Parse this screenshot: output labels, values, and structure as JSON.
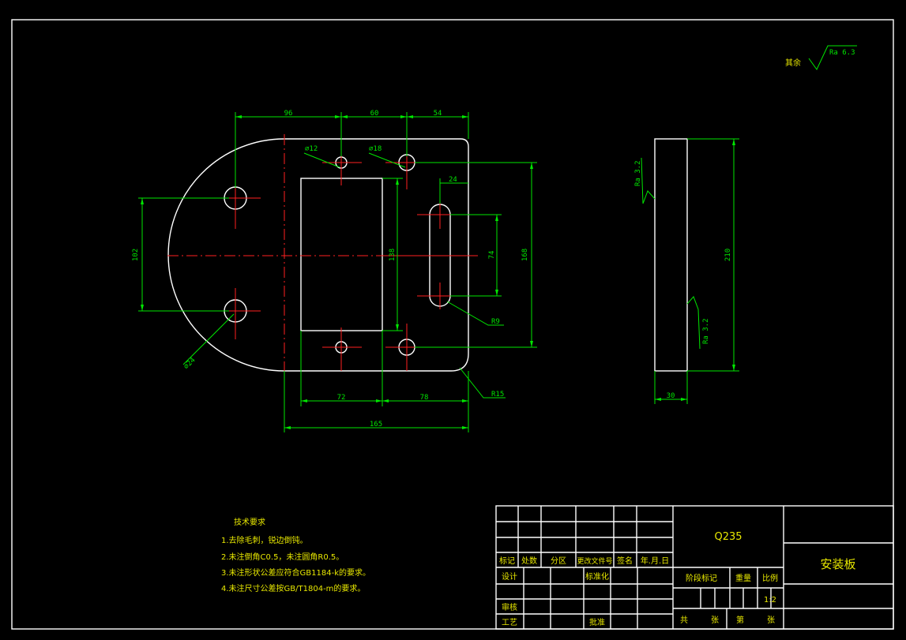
{
  "roughness": {
    "general_label": "其余",
    "general_value": "Ra 6.3",
    "side_top": "Ra 3.2",
    "side_bottom": "Ra 3.2"
  },
  "dimensions": {
    "d96": "96",
    "d60": "60",
    "d54": "54",
    "d24": "24",
    "d102": "102",
    "d138": "138",
    "d74": "74",
    "d168": "168",
    "d210": "210",
    "d30": "30",
    "d72": "72",
    "d78": "78",
    "d165": "165",
    "phi12": "⌀12",
    "phi18": "⌀18",
    "phi24": "⌀24",
    "r9": "R9",
    "r15": "R15"
  },
  "notes": {
    "title": "技术要求",
    "items": [
      "1.去除毛刺，锐边倒钝。",
      "2.未注倒角C0.5，未注圆角R0.5。",
      "3.未注形状公差应符合GB1184-k的要求。",
      "4.未注尺寸公差按GB/T1804-m的要求。"
    ]
  },
  "title_block": {
    "material": "Q235",
    "part_name": "安装板",
    "h_mark": "标记",
    "h_count": "处数",
    "h_zone": "分区",
    "h_doc": "更改文件号",
    "h_sign": "签名",
    "h_date": "年.月.日",
    "design": "设计",
    "standard": "标准化",
    "stage": "阶段标记",
    "weight": "重量",
    "scale": "比例",
    "scale_value": "1:2",
    "check": "审核",
    "process": "工艺",
    "approve": "批准",
    "total": "共",
    "sheet1": "张",
    "page": "第",
    "sheet2": "张"
  }
}
